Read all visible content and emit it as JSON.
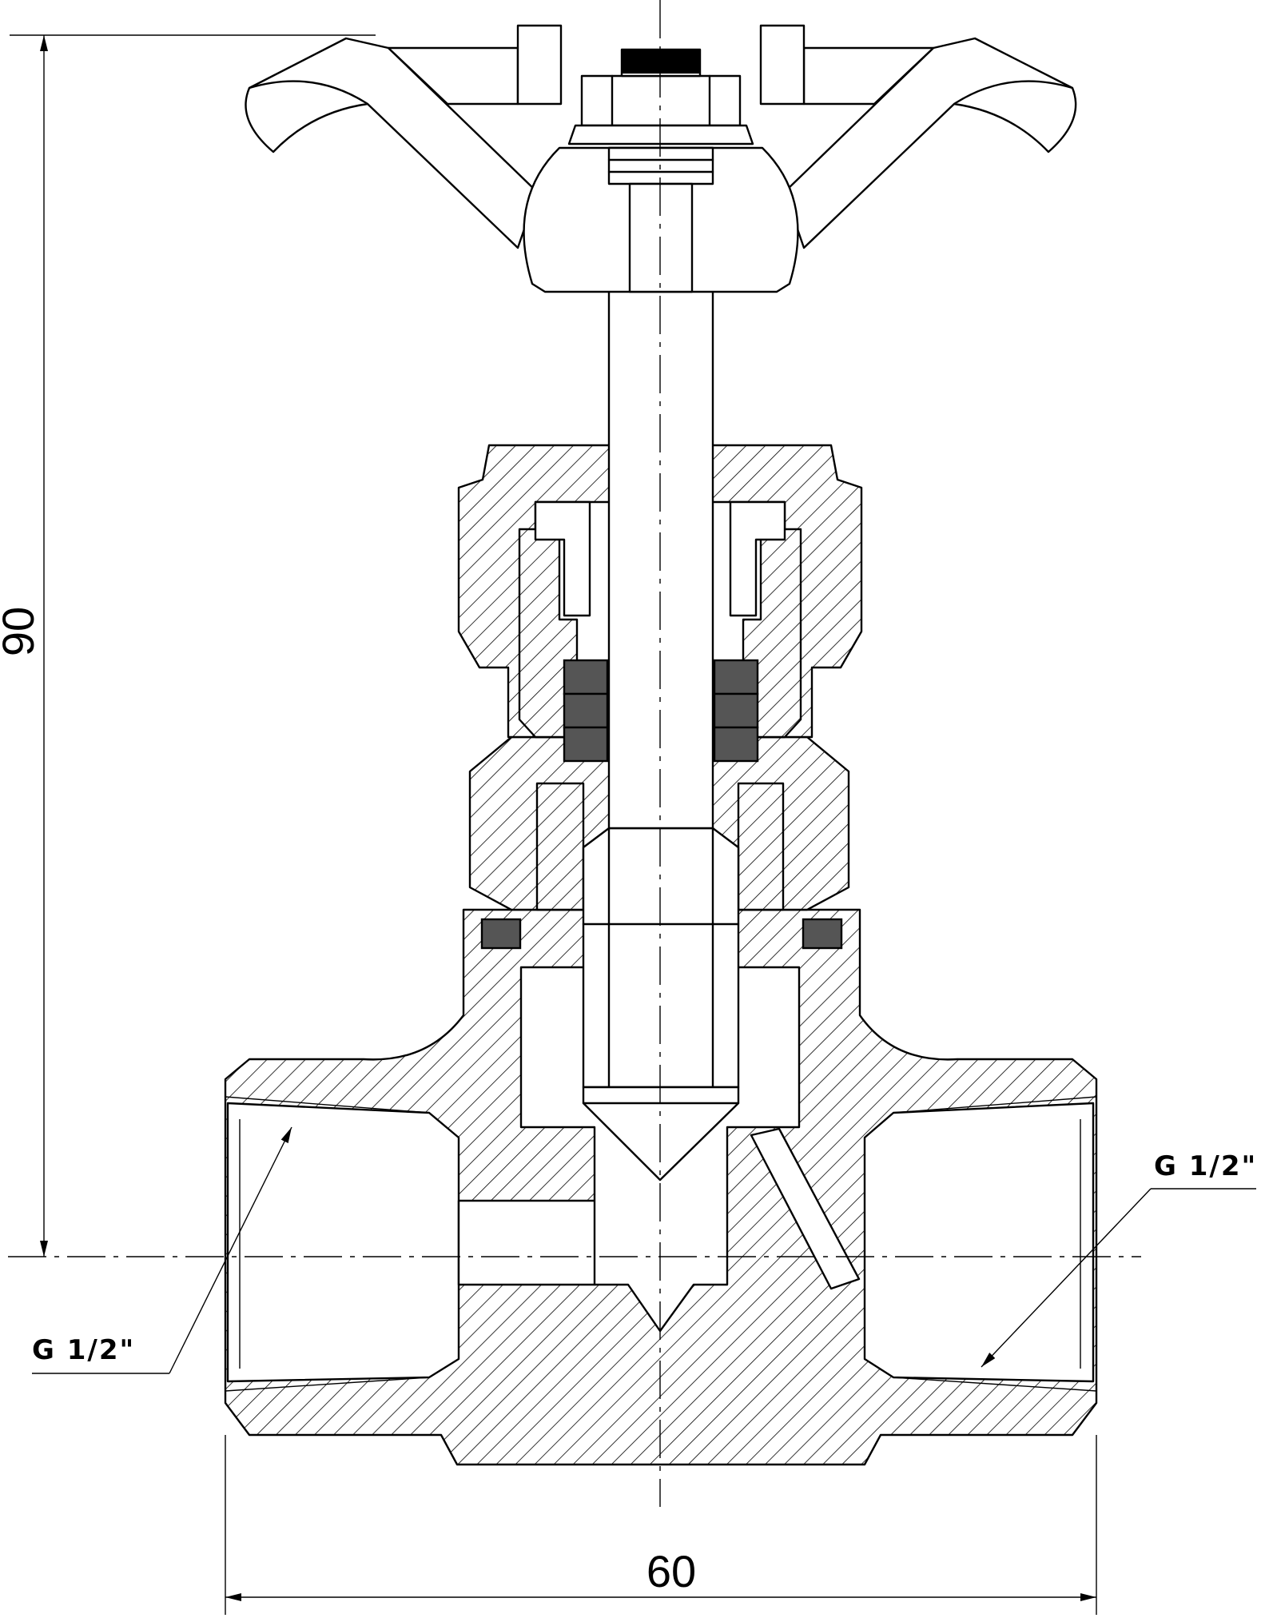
{
  "dimensions": {
    "height": {
      "value": "90"
    },
    "width": {
      "value": "60"
    }
  },
  "thread_labels": {
    "left": "G 1/2\"",
    "right": "G 1/2\""
  }
}
